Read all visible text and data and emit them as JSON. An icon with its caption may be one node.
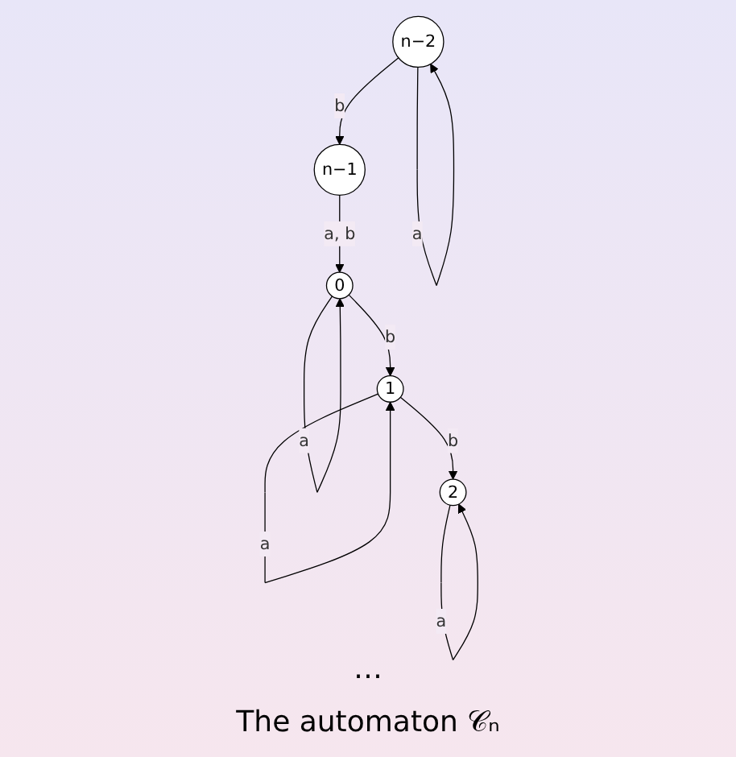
{
  "diagram": {
    "caption": "The automaton 𝒞ₙ",
    "nodes": [
      {
        "text": [
          "0"
        ]
      },
      {
        "text": [
          "n−1"
        ]
      },
      {
        "text": [
          "1"
        ]
      },
      {
        "text": [
          "n−2"
        ]
      },
      {
        "text": [
          "2"
        ]
      }
    ],
    "edges": [
      {
        "from": 0,
        "to": 0,
        "arrow": "to",
        "label": "a"
      },
      {
        "from": 0,
        "to": 2,
        "arrow": "to",
        "label": "b"
      },
      {
        "from": 2,
        "to": 2,
        "arrow": "to",
        "label": "a"
      },
      {
        "from": 2,
        "to": 4,
        "arrow": "to",
        "label": "b"
      },
      {
        "from": 4,
        "to": 4,
        "arrow": "to",
        "label": "a"
      },
      {
        "from": 3,
        "to": 3,
        "arrow": "to",
        "label": "a"
      },
      {
        "from": 3,
        "to": 1,
        "arrow": "to",
        "label": "b"
      },
      {
        "from": 1,
        "to": 0,
        "arrow": "to",
        "label": "a, b"
      }
    ],
    "labels": [
      "…"
    ]
  }
}
